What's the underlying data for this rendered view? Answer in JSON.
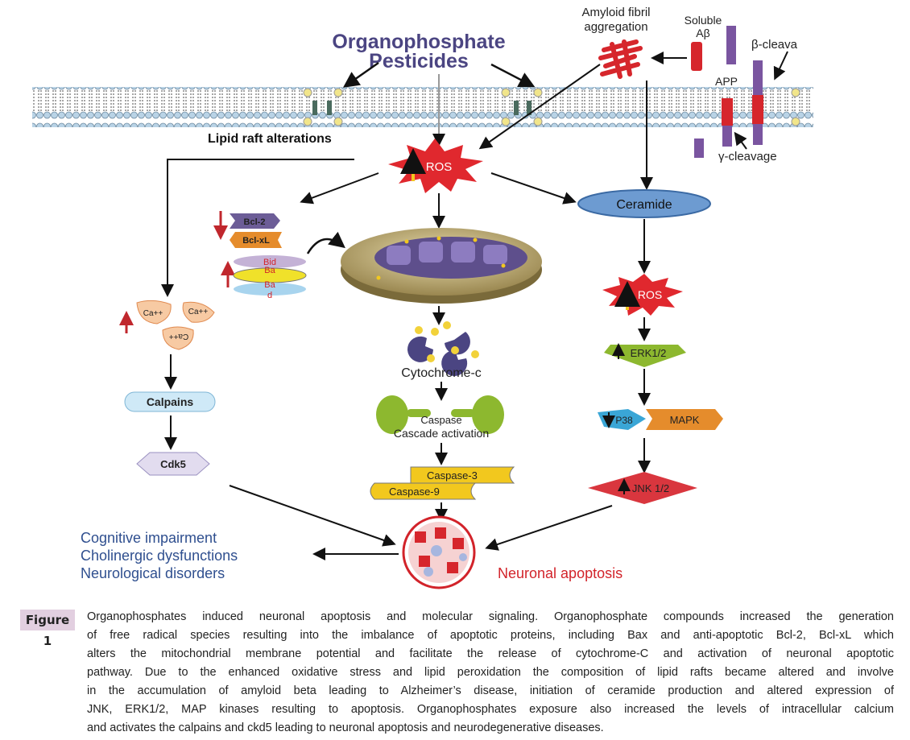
{
  "diagram": {
    "title_line1": "Organophosphate",
    "title_line2": "Pesticides",
    "amyloid_line1": "Amyloid fibril",
    "amyloid_line2": "aggregation",
    "soluble_line1": "Soluble",
    "soluble_line2": "Aβ",
    "beta_cleavage": "β-cleava",
    "app": "APP",
    "gamma_cleavage": "γ-cleavage",
    "lipid_raft": "Lipid raft alterations",
    "ros_main": "ROS",
    "ceramide": "Ceramide",
    "bcl2": "Bcl-2",
    "bclxl": "Bcl-xL",
    "bid": "Bid",
    "bax": "Ba",
    "bad_line1": "Ba",
    "bad_line2": "d",
    "ca": "Ca++",
    "calpains": "Calpains",
    "cdk5": "Cdk5",
    "cytochrome": "Cytochrome-c",
    "caspase_line1": "Caspase",
    "caspase_line2": "Cascade activation",
    "caspase3": "Caspase-3",
    "caspase9": "Caspase-9",
    "ros_secondary": "ROS",
    "erk": "ERK1/2",
    "p38": "P38",
    "mapk": "MAPK",
    "jnk": "JNK 1/2",
    "outcomes": [
      "Cognitive impairment",
      "Cholinergic dysfunctions",
      "Neurological disorders"
    ],
    "neuronal_apoptosis": "Neuronal apoptosis",
    "colors": {
      "title": "#4b4582",
      "outcomes": "#2f4f8f",
      "apoptosis": "#d2232a",
      "ros": "#e0282e",
      "ceramide": "#6d9bd1",
      "membrane_head": "#b9d3e6"
    }
  },
  "caption": {
    "label": "Figure 1",
    "lines": [
      "Organophosphates induced neuronal apoptosis and molecular signaling. Organophosphate compounds increased the generation",
      "of free radical species resulting into the imbalance of apoptotic proteins, including Bax and anti-apoptotic Bcl-2, Bcl-xL which",
      "alters the mitochondrial membrane potential and facilitate the release of cytochrome-C and activation of neuronal apoptotic",
      "pathway. Due to the enhanced oxidative stress and lipid peroxidation the composition of lipid rafts became altered and involve",
      "in the accumulation of amyloid beta leading to Alzheimer’s disease, initiation of ceramide production and altered expression of",
      "JNK, ERK1/2, MAP kinases resulting to apoptosis. Organophosphates exposure also increased the levels of intracellular calcium",
      "and activates the calpains and ckd5 leading to neuronal apoptosis and neurodegenerative diseases."
    ]
  }
}
